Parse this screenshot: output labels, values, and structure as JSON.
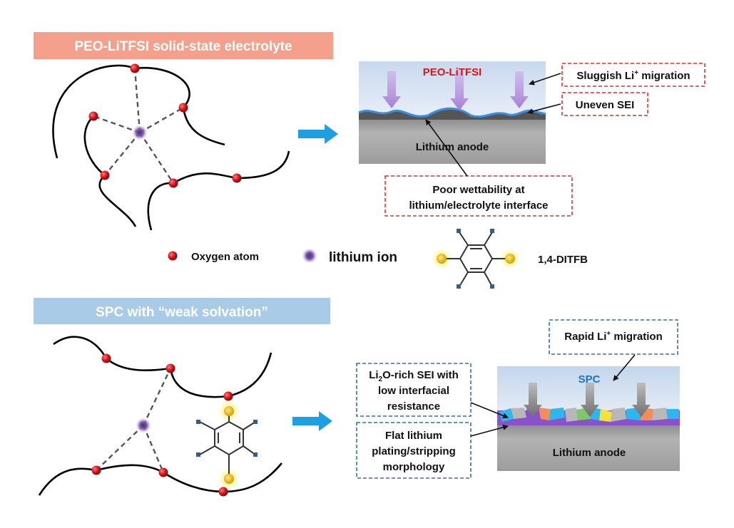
{
  "top_panel": {
    "banner": "PEO-LiTFSI solid-state electrolyte",
    "layer_label": "PEO-LiTFSI",
    "anode_label": "Lithium anode",
    "callout_migration": "Sluggish Li",
    "callout_migration_sup": "+",
    "callout_migration_tail": " migration",
    "callout_sei": "Uneven SEI",
    "callout_wettability_line1": "Poor wettability at",
    "callout_wettability_line2": "lithium/electrolyte interface"
  },
  "legend": {
    "oxygen": "Oxygen atom",
    "lithium": "lithium ion",
    "ditfb": "1,4-DITFB"
  },
  "bottom_panel": {
    "banner": "SPC with “weak solvation”",
    "layer_label": "SPC",
    "anode_label": "Lithium anode",
    "callout_rapid": "Rapid Li",
    "callout_rapid_sup": "+",
    "callout_rapid_tail": " migration",
    "callout_sei_li": "Li",
    "callout_sei_sub": "2",
    "callout_sei_rest": "O-rich SEI with",
    "callout_sei_line2": "low interfacial",
    "callout_sei_line3": "resistance",
    "callout_flat_line1": "Flat lithium",
    "callout_flat_line2": "plating/stripping",
    "callout_flat_line3": "morphology"
  },
  "colors": {
    "top_banner": "#f4a08c",
    "bottom_banner": "#a9cbe8",
    "oxygen": "#d4141a",
    "lithium": "#5a3a8a",
    "iodine": "#e8b800",
    "fluorine": "#3a5d88",
    "arrow": "#1e9fe3",
    "red_dash": "#e0312f",
    "blue_dash": "#3a6ea5",
    "peo_label": "#d8151b",
    "spc_label": "#1a73c4"
  }
}
